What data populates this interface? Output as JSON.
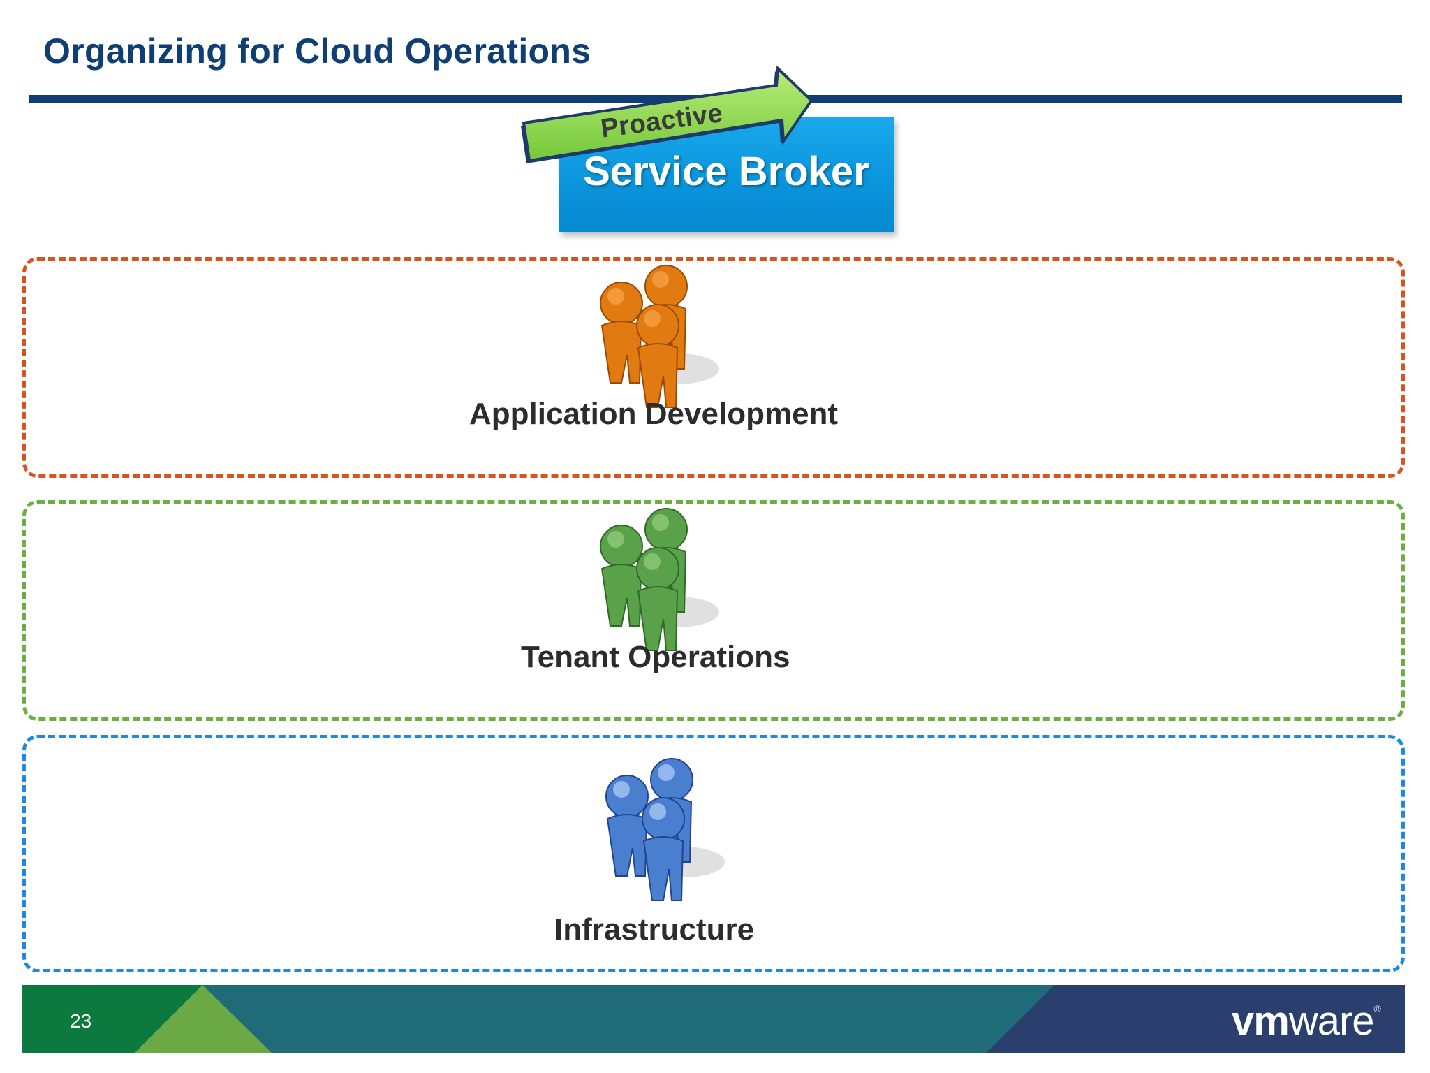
{
  "slide": {
    "title": "Organizing for Cloud Operations",
    "page_number": "23"
  },
  "service_broker": {
    "label": "Service Broker",
    "arrow_label": "Proactive"
  },
  "bands": [
    {
      "label": "Application Development",
      "color": "#d8531f",
      "icon": "people-group-icon",
      "icon_color": "#f28c1c"
    },
    {
      "label": "Tenant Operations",
      "color": "#6dae42",
      "icon": "people-group-icon",
      "icon_color": "#6cb55a"
    },
    {
      "label": "Infrastructure",
      "color": "#1e88e5",
      "icon": "people-group-icon",
      "icon_color": "#5b8fd6"
    }
  ],
  "footer": {
    "logo_text_bold": "vm",
    "logo_text_regular": "ware",
    "logo_mark": "®",
    "colors": [
      "#0c7a3e",
      "#6aa944",
      "#1f6b78",
      "#2a3f6e"
    ]
  }
}
